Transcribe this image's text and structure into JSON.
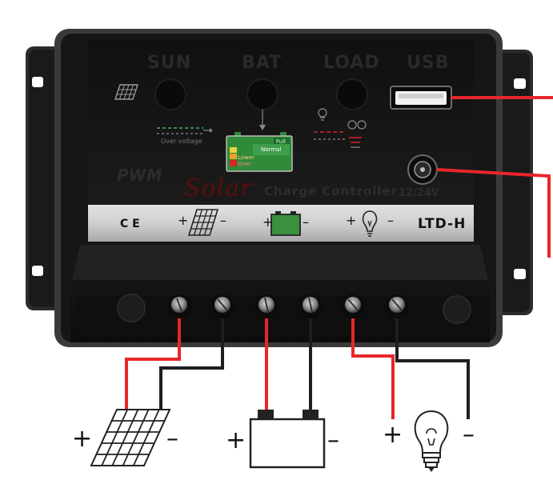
{
  "indicators": {
    "sun_label": "SUN",
    "bat_label": "BAT",
    "load_label": "LOAD",
    "usb_label": "USB"
  },
  "controller": {
    "pwm_label": "PWM",
    "brand_word": "Solar",
    "product_name": "Charge Controller",
    "voltage_label": "12/24V",
    "overvoltage_label": "Over voltage",
    "battery_levels": [
      "Full",
      "Normal",
      "Lower",
      "Over"
    ],
    "ce_mark": "C E",
    "model": "LTD-H"
  },
  "signs": {
    "plus": "+",
    "minus": "–"
  },
  "colors": {
    "case": "#141414",
    "frame": "#3a3a3a",
    "strip": "#c9c9c9",
    "battery_icon": "#2f8a3a",
    "positive_wire": "#e8262b",
    "negative_wire": "#1e1e1e"
  }
}
